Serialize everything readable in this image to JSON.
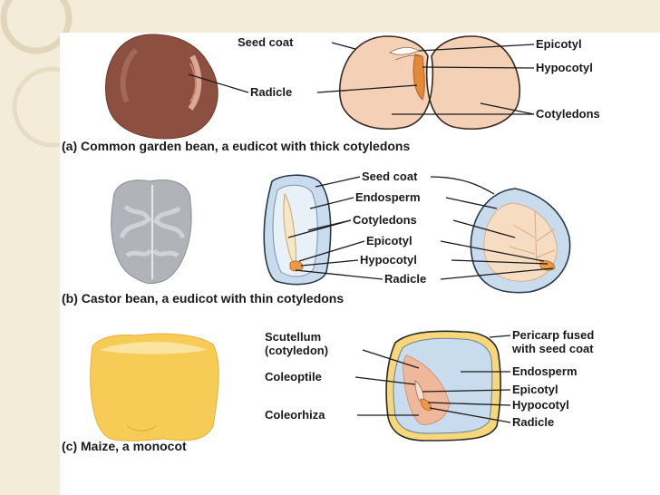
{
  "panel_a": {
    "caption": "(a) Common garden bean, a eudicot with thick cotyledons",
    "labels": {
      "seed_coat": "Seed coat",
      "radicle": "Radicle",
      "epicotyl": "Epicotyl",
      "hypocotyl": "Hypocotyl",
      "cotyledons": "Cotyledons"
    }
  },
  "panel_b": {
    "caption": "(b) Castor bean, a eudicot with thin cotyledons",
    "labels": {
      "seed_coat": "Seed coat",
      "endosperm": "Endosperm",
      "cotyledons": "Cotyledons",
      "epicotyl": "Epicotyl",
      "hypocotyl": "Hypocotyl",
      "radicle": "Radicle"
    }
  },
  "panel_c": {
    "caption": "(c) Maize, a monocot",
    "labels": {
      "scutellum_line1": "Scutellum",
      "scutellum_line2": "(cotyledon)",
      "coleoptile": "Coleoptile",
      "coleorhiza": "Coleorhiza",
      "pericarp_line1": "Pericarp fused",
      "pericarp_line2": "with seed coat",
      "endosperm": "Endosperm",
      "epicotyl": "Epicotyl",
      "hypocotyl": "Hypocotyl",
      "radicle": "Radicle"
    }
  }
}
